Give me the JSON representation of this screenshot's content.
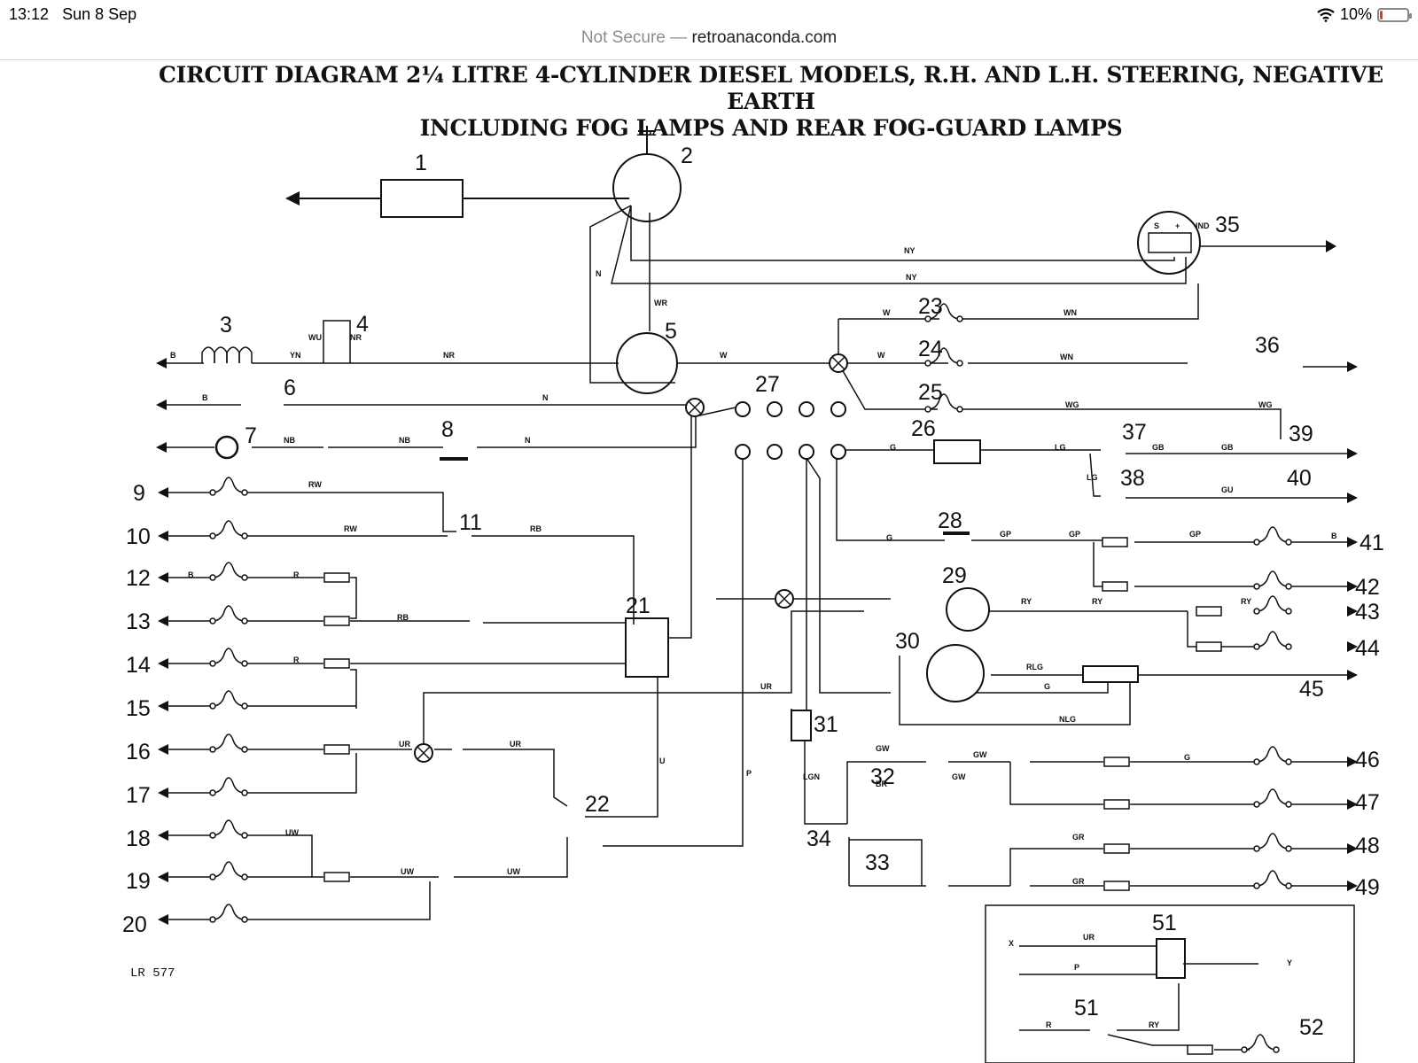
{
  "status_bar": {
    "time": "13:12",
    "date": "Sun 8 Sep",
    "battery": "10%",
    "battery_level": 0.1
  },
  "address_bar": {
    "security": "Not Secure",
    "separator": "—",
    "domain": "retroanaconda.com"
  },
  "diagram": {
    "title_line1": "CIRCUIT DIAGRAM 2¼ LITRE 4-CYLINDER DIESEL MODELS, R.H. AND L.H. STEERING, NEGATIVE  EARTH",
    "title_line2": "INCLUDING FOG LAMPS AND REAR FOG-GUARD LAMPS",
    "reference": "LR 577",
    "labels": [
      "1",
      "2",
      "3",
      "4",
      "5",
      "6",
      "7",
      "8",
      "9",
      "10",
      "11",
      "12",
      "13",
      "14",
      "15",
      "16",
      "17",
      "18",
      "19",
      "20",
      "21",
      "22",
      "23",
      "24",
      "25",
      "26",
      "27",
      "28",
      "29",
      "30",
      "31",
      "32",
      "33",
      "34",
      "35",
      "36",
      "37",
      "38",
      "39",
      "40",
      "41",
      "42",
      "43",
      "44",
      "45",
      "46",
      "47",
      "48",
      "49",
      "51",
      "51",
      "52"
    ],
    "wire_codes": [
      "B",
      "YN",
      "WU",
      "NR",
      "NR",
      "N",
      "N",
      "WR",
      "W",
      "W",
      "W",
      "NY",
      "NY",
      "WN",
      "WN",
      "WG",
      "WG",
      "B",
      "NB",
      "NB",
      "N",
      "RW",
      "RW",
      "RB",
      "RB",
      "R",
      "R",
      "B",
      "UR",
      "UR",
      "UR",
      "UW",
      "UW",
      "UW",
      "U",
      "P",
      "G",
      "LG",
      "LG",
      "GB",
      "GB",
      "GU",
      "G",
      "GP",
      "GP",
      "GP",
      "B",
      "RY",
      "RY",
      "RY",
      "RLG",
      "G",
      "NLG",
      "LGN",
      "GW",
      "GW",
      "GW",
      "G",
      "GR",
      "GR",
      "BR",
      "X",
      "UR",
      "P",
      "Y",
      "R",
      "RY"
    ],
    "terminals_35": [
      "S",
      "+",
      "IND"
    ]
  }
}
